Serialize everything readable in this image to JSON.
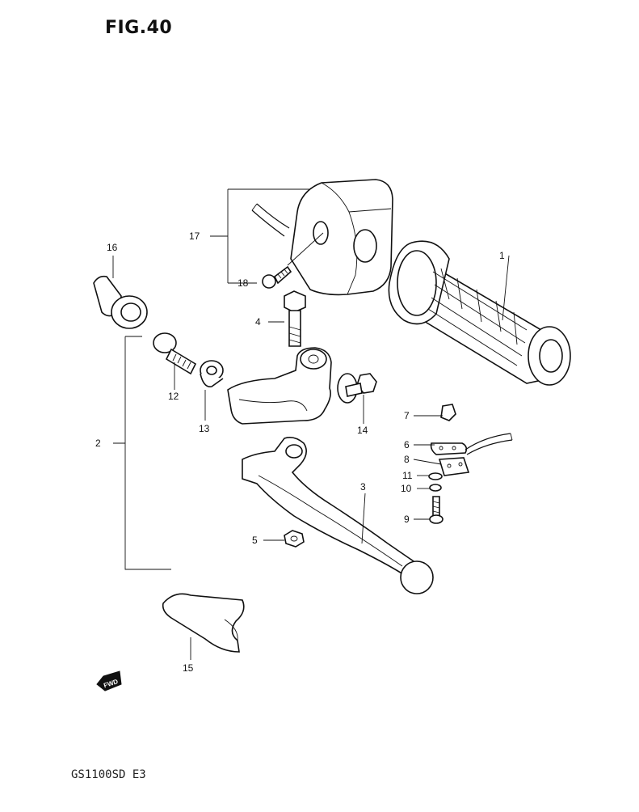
{
  "figure": {
    "title": "FIG.40",
    "model_code": "GS1100SD E3"
  },
  "callouts": {
    "c1": "1",
    "c2": "2",
    "c3": "3",
    "c4": "4",
    "c5": "5",
    "c6": "6",
    "c7": "7",
    "c8": "8",
    "c9": "9",
    "c10": "10",
    "c11": "11",
    "c12": "12",
    "c13": "13",
    "c14": "14",
    "c15": "15",
    "c16": "16",
    "c17": "17",
    "c18": "18"
  },
  "direction_badge": {
    "label": "FWD"
  }
}
